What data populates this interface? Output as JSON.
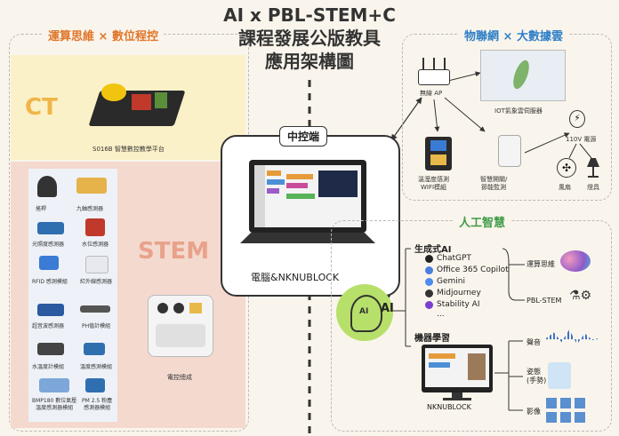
{
  "title": {
    "line1": "AI x PBL-STEM+C",
    "line2": "課程發展公版教具",
    "line3": "應用架構圖"
  },
  "ct_panel": {
    "title": "運算思維 × 數位程控",
    "ct_label": "CT",
    "stem_label": "STEM",
    "platform_label": "S016B 智慧數控教學平台"
  },
  "sensors": [
    "搖桿",
    "九軸感測器",
    "光照度感測器",
    "水位感測器",
    "RFID 感測模組",
    "紅外線感測器",
    "超音波感測器",
    "PH值計模組",
    "水溫度計模組",
    "溫度感測模組",
    "BMP180 數位氣壓\n溫度感測器模組",
    "PM 2.5 粉塵\n感測器模組"
  ],
  "control_box_label": "電控總成",
  "center": {
    "title": "中控端",
    "caption": "電腦&NKNUBLOCK"
  },
  "iot_panel": {
    "title": "物聯網 × 大數據雲",
    "ap_label": "無線 AP",
    "server_label": "IOT氣象雲伺服器",
    "wifi_label": "溫溼度感測\nWIFI模組",
    "switch_label": "智慧開關/\n節能監測",
    "power_label": "110V 電源",
    "fan_label": "風扇",
    "lamp_label": "燈具"
  },
  "ai_panel": {
    "title": "人工智慧",
    "ai_label": "AI",
    "gen_title": "生成式AI",
    "gen_items": [
      {
        "name": "ChatGPT",
        "icon": "openai-icon",
        "color": "#222222"
      },
      {
        "name": "Office 365 Copilot",
        "icon": "copilot-icon",
        "color": "#4a7fe0"
      },
      {
        "name": "Gemini",
        "icon": "gemini-icon",
        "color": "#4b8cf0"
      },
      {
        "name": "Midjourney",
        "icon": "sailboat-icon",
        "color": "#333333"
      },
      {
        "name": "Stability AI",
        "icon": "stability-icon",
        "color": "#7b3fd0"
      },
      {
        "name": "...",
        "icon": "",
        "color": "#222222"
      }
    ],
    "gen_targets": [
      "運算思維",
      "PBL-STEM"
    ],
    "ml_title": "機器學習",
    "ml_device": "NKNUBLOCK",
    "ml_targets": [
      "聲音",
      "姿態\n(手勢)",
      "影像"
    ]
  }
}
